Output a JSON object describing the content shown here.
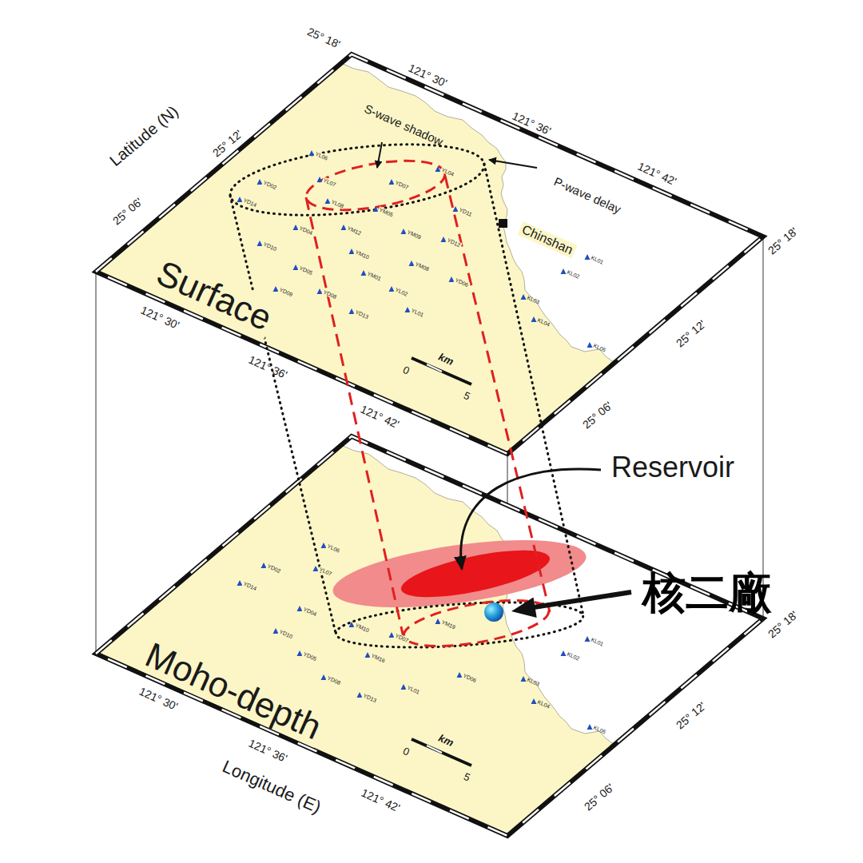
{
  "diagram": {
    "labels": [
      "S-wave shadow",
      "P-wave delay",
      "Chinshan",
      "Surface",
      "Latitude (N)",
      "25° 18'",
      "121° 30'",
      "121° 36'",
      "121° 42'",
      "25° 12'",
      "25° 06'",
      "121° 30'",
      "121° 36'",
      "121° 42'",
      "25° 18'",
      "25° 12'",
      "25° 06'",
      "0",
      "km",
      "5",
      "Reservoir",
      "核二廠",
      "Moho-depth",
      "Longitude (E)",
      "121° 30'",
      "121° 36'",
      "121° 42'",
      "25° 18'",
      "25° 12'",
      "25° 06'",
      "0",
      "km",
      "5",
      "YL06",
      "YD02",
      "YL07",
      "YD07",
      "YL04",
      "YD14",
      "YL08",
      "YM05",
      "YD11",
      "YD04",
      "YM12",
      "YM09",
      "YD10",
      "YM10",
      "YD12",
      "YD05",
      "YM01",
      "YM08",
      "YD08",
      "YL02",
      "YD06",
      "YD09",
      "YD13",
      "YL01",
      "KL01",
      "KL02",
      "KL03",
      "KL04",
      "KL05",
      "YL06",
      "YD02",
      "YL07",
      "YD14",
      "YD04",
      "YM10",
      "YD07",
      "YM19",
      "YD10",
      "YD05",
      "YM16",
      "YD08",
      "YL01",
      "YD06",
      "YD13",
      "KL01",
      "KL02",
      "KL03",
      "KL04",
      "KL05"
    ]
  }
}
